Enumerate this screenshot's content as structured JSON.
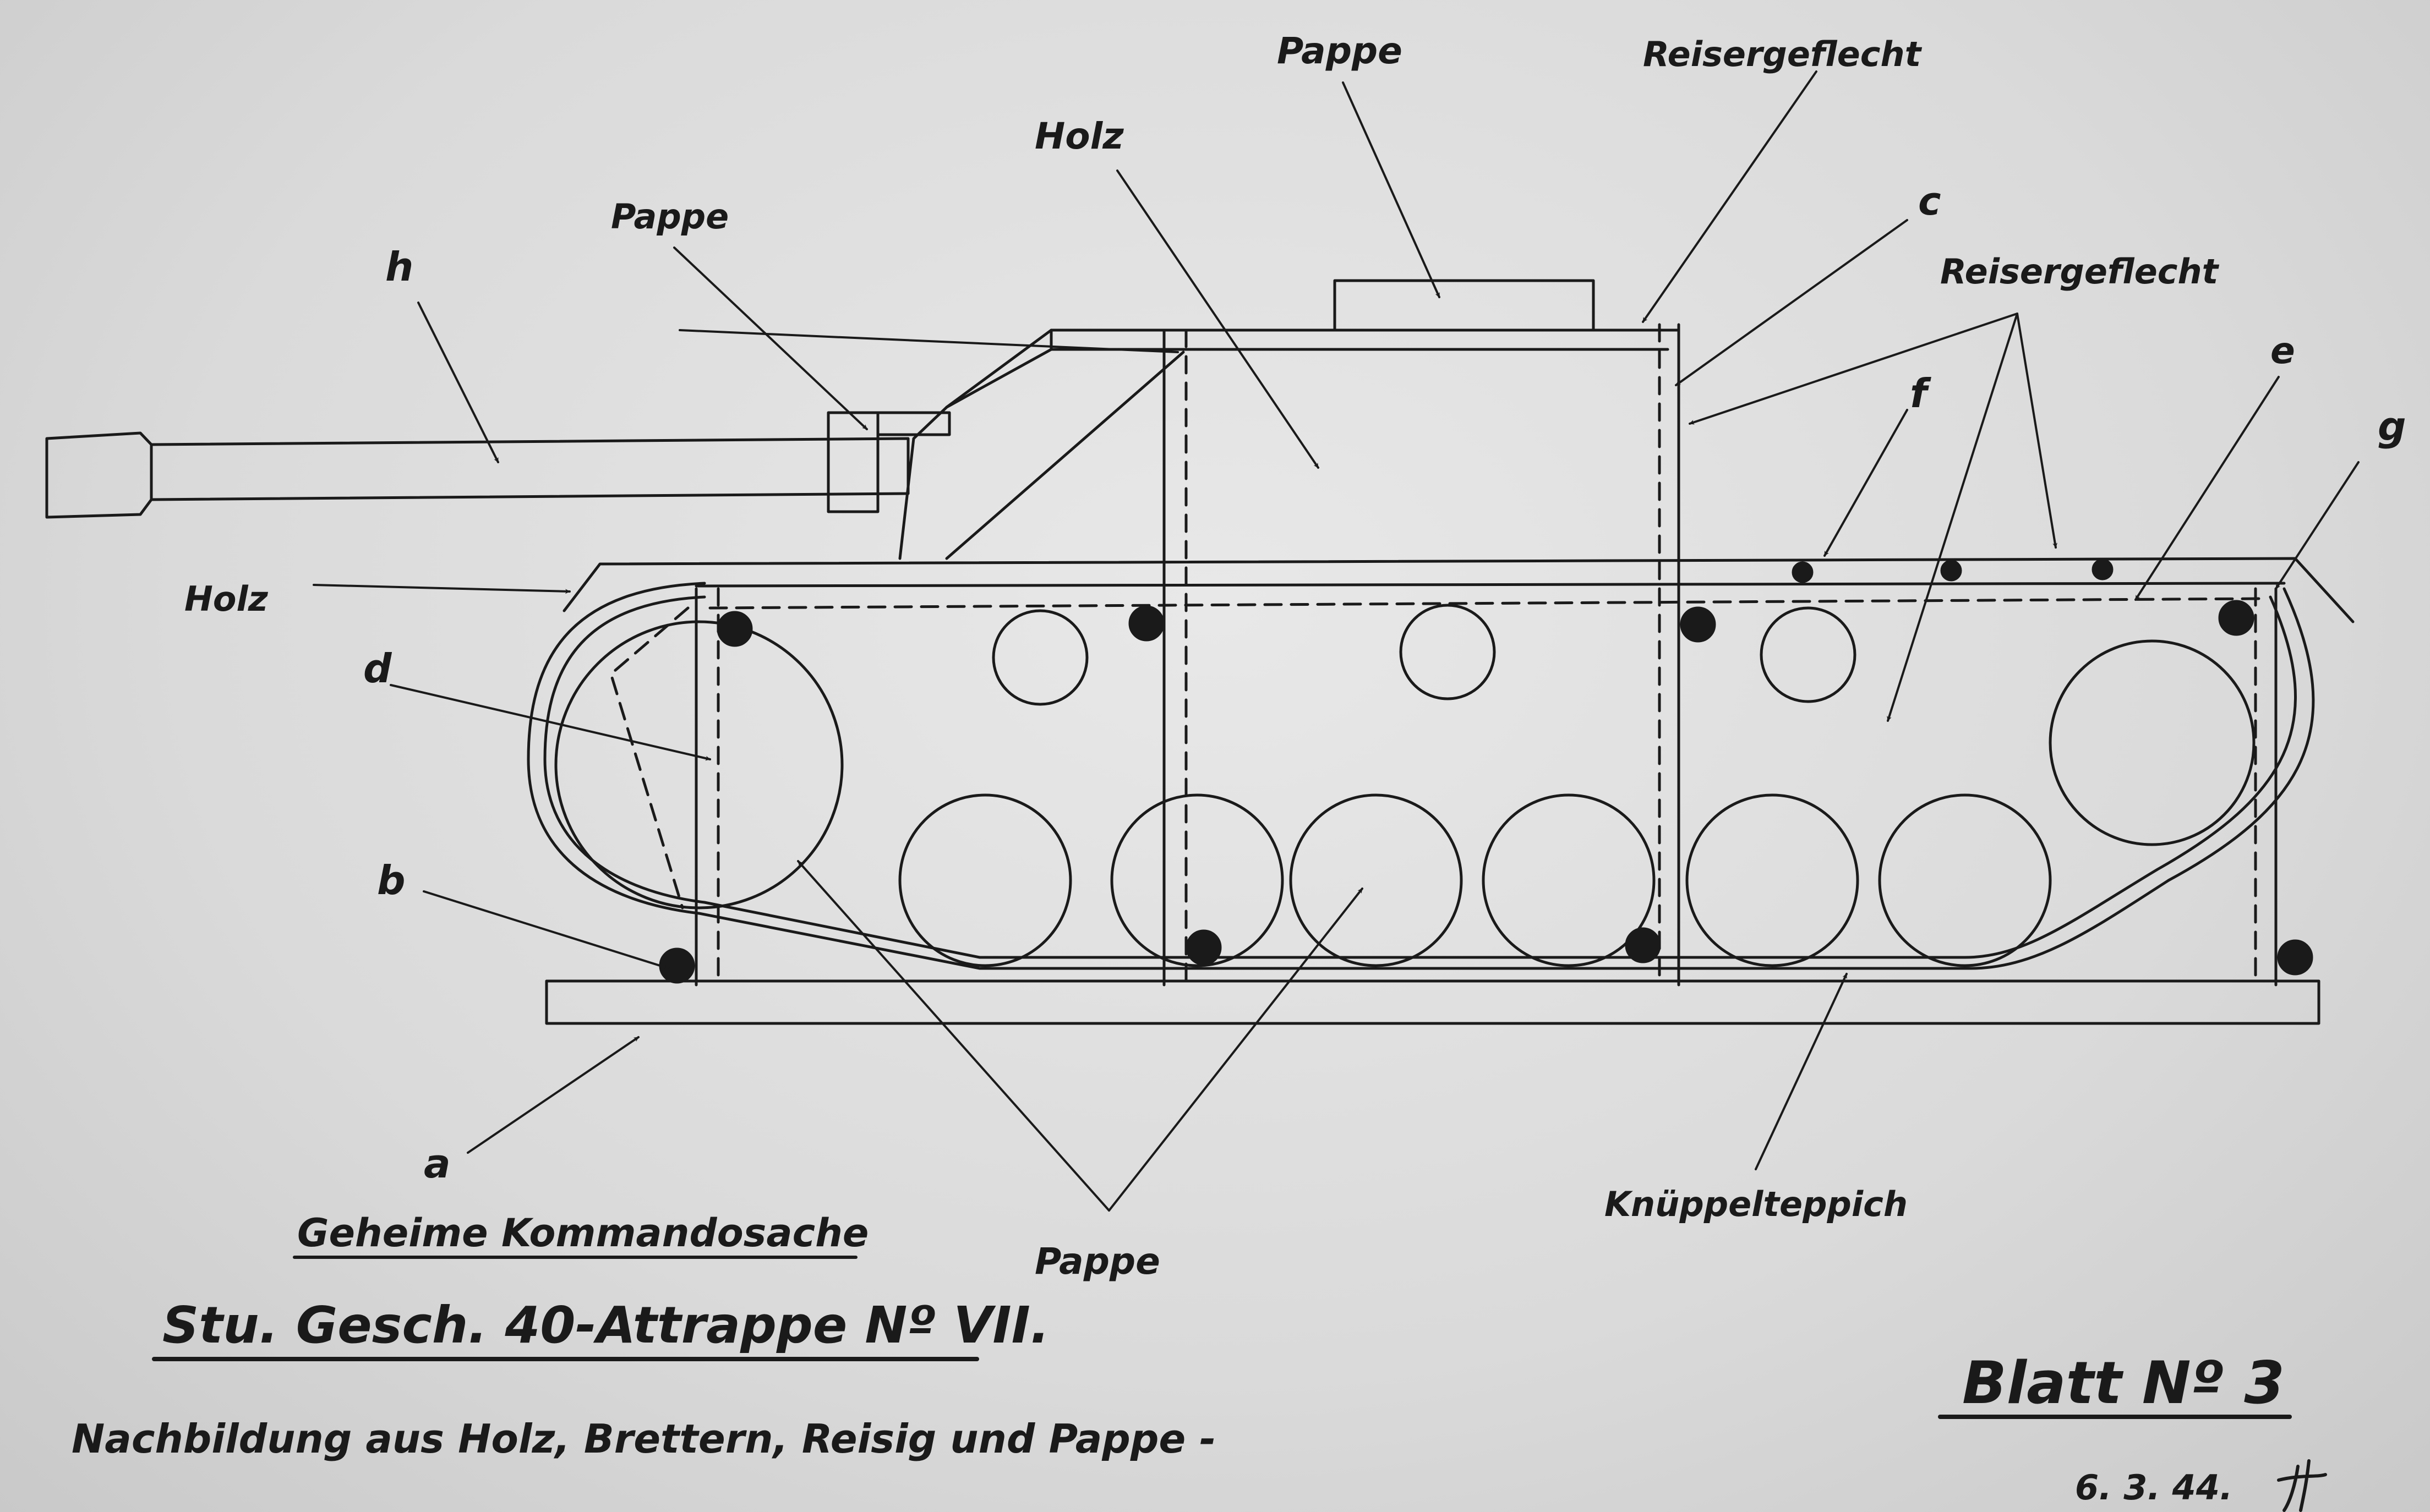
{
  "labels": {
    "pappe_top": "Pappe",
    "reisergeflecht_top": "Reisergeflecht",
    "holz_top": "Holz",
    "c": "c",
    "reisergeflecht_right": "Reisergeflecht",
    "pappe_gun": "Pappe",
    "h": "h",
    "f": "f",
    "e": "e",
    "g": "g",
    "holz_left": "Holz",
    "d": "d",
    "b": "b",
    "a": "a",
    "pappe_bottom": "Pappe",
    "knuppelteppich": "Knüppelteppich"
  },
  "footer": {
    "classification": "Geheime Kommandosache",
    "title": "Stu. Gesch. 40-Attrappe Nº VII.",
    "subtitle": "Nachbildung aus Holz, Brettern, Reisig und Pappe -",
    "sheet_no": "Blatt Nº 3",
    "date": "6. 3. 44."
  },
  "colors": {
    "ink": "#1a1a1a",
    "paper": "#dcdcdc"
  }
}
